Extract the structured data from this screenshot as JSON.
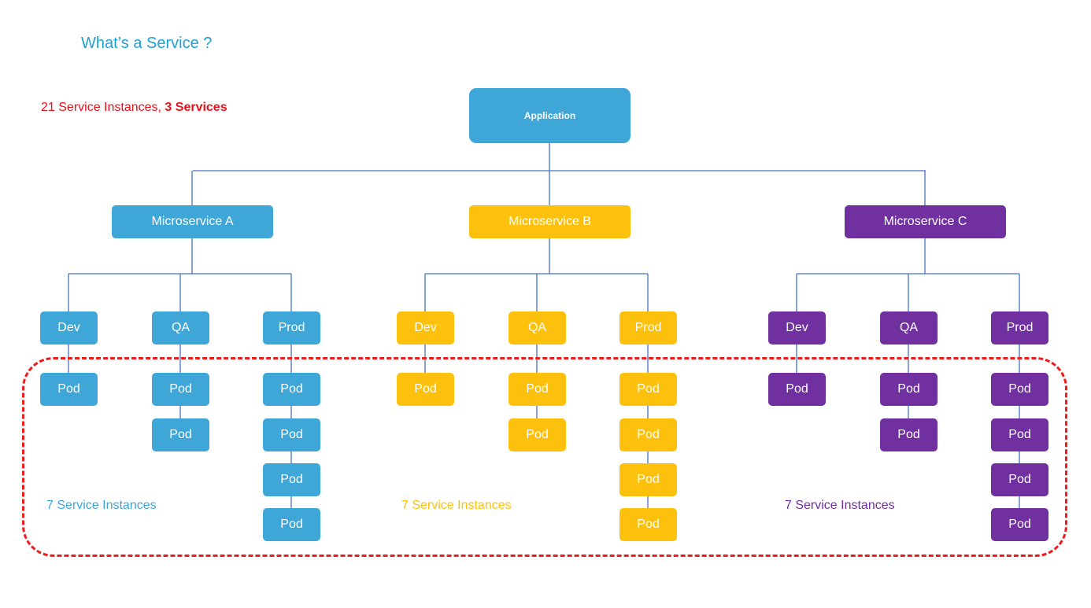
{
  "title": "What’s a Service ?",
  "summary": {
    "instances_text": "21 Service Instances, ",
    "services_text": "3 Services"
  },
  "application": {
    "label": "Application",
    "color": "#3fa6d8"
  },
  "microservices": [
    {
      "label": "Microservice A",
      "color": "#3fa6d8",
      "environments": [
        {
          "label": "Dev",
          "pod_count": 1
        },
        {
          "label": "QA",
          "pod_count": 2
        },
        {
          "label": "Prod",
          "pod_count": 4
        }
      ],
      "instances_label": "7 Service Instances"
    },
    {
      "label": "Microservice B",
      "color": "#fcc00d",
      "environments": [
        {
          "label": "Dev",
          "pod_count": 1
        },
        {
          "label": "QA",
          "pod_count": 2
        },
        {
          "label": "Prod",
          "pod_count": 4
        }
      ],
      "instances_label": "7 Service Instances"
    },
    {
      "label": "Microservice C",
      "color": "#7030a0",
      "environments": [
        {
          "label": "Dev",
          "pod_count": 1
        },
        {
          "label": "QA",
          "pod_count": 2
        },
        {
          "label": "Prod",
          "pod_count": 4
        }
      ],
      "instances_label": "7 Service Instances"
    }
  ],
  "pod_label": "Pod",
  "colors": {
    "connector": "#4472c4",
    "frame": "#ee1c1c",
    "title": "#1fa0d3",
    "summary": "#e8111b"
  }
}
